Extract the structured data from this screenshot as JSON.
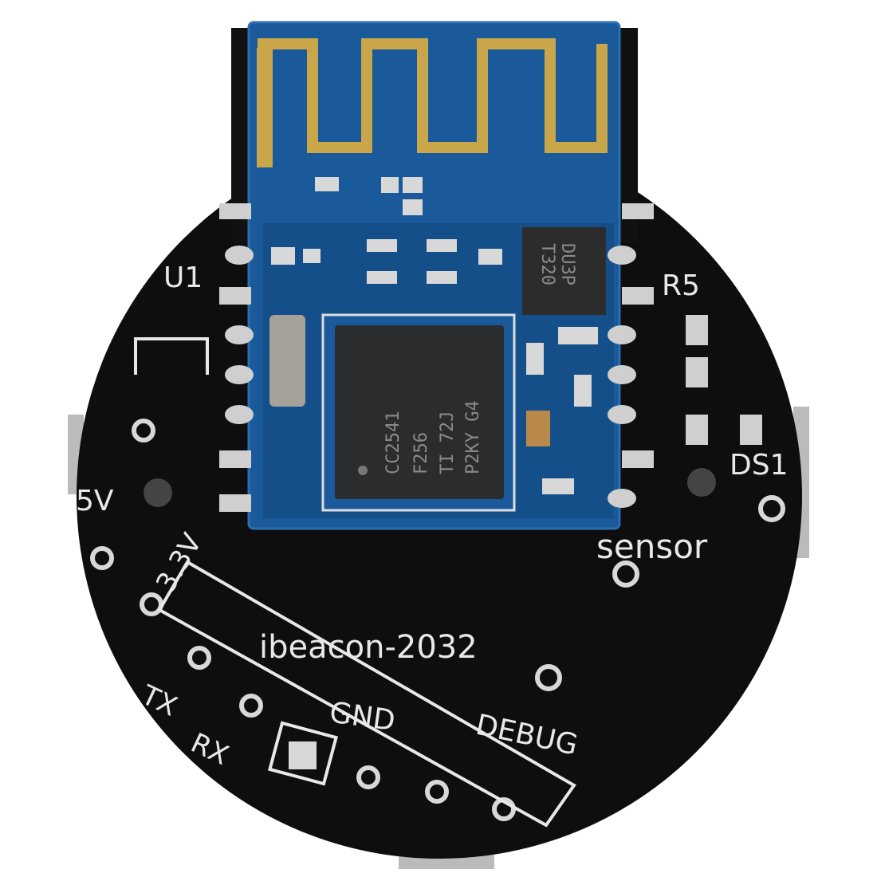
{
  "board": {
    "silkscreen": {
      "u1": "U1",
      "r5": "R5",
      "v5": "5V",
      "v33": "3.3V",
      "ds1": "DS1",
      "sensor": "sensor",
      "name": "ibeacon-2032",
      "tx": "TX",
      "rx": "RX",
      "gnd": "GND",
      "debug": "DEBUG"
    },
    "chip_marking": [
      "CC2541",
      "F256",
      "TI 72J",
      "P2KY G4"
    ],
    "inductor_marking": [
      "T320",
      "DU3P"
    ],
    "colors": {
      "pcb": "#0e0e0f",
      "module": "#1a5a9a",
      "antenna": "#c9a64a",
      "silkscreen": "#e8e8e8",
      "chip": "#2a2c2e"
    }
  }
}
